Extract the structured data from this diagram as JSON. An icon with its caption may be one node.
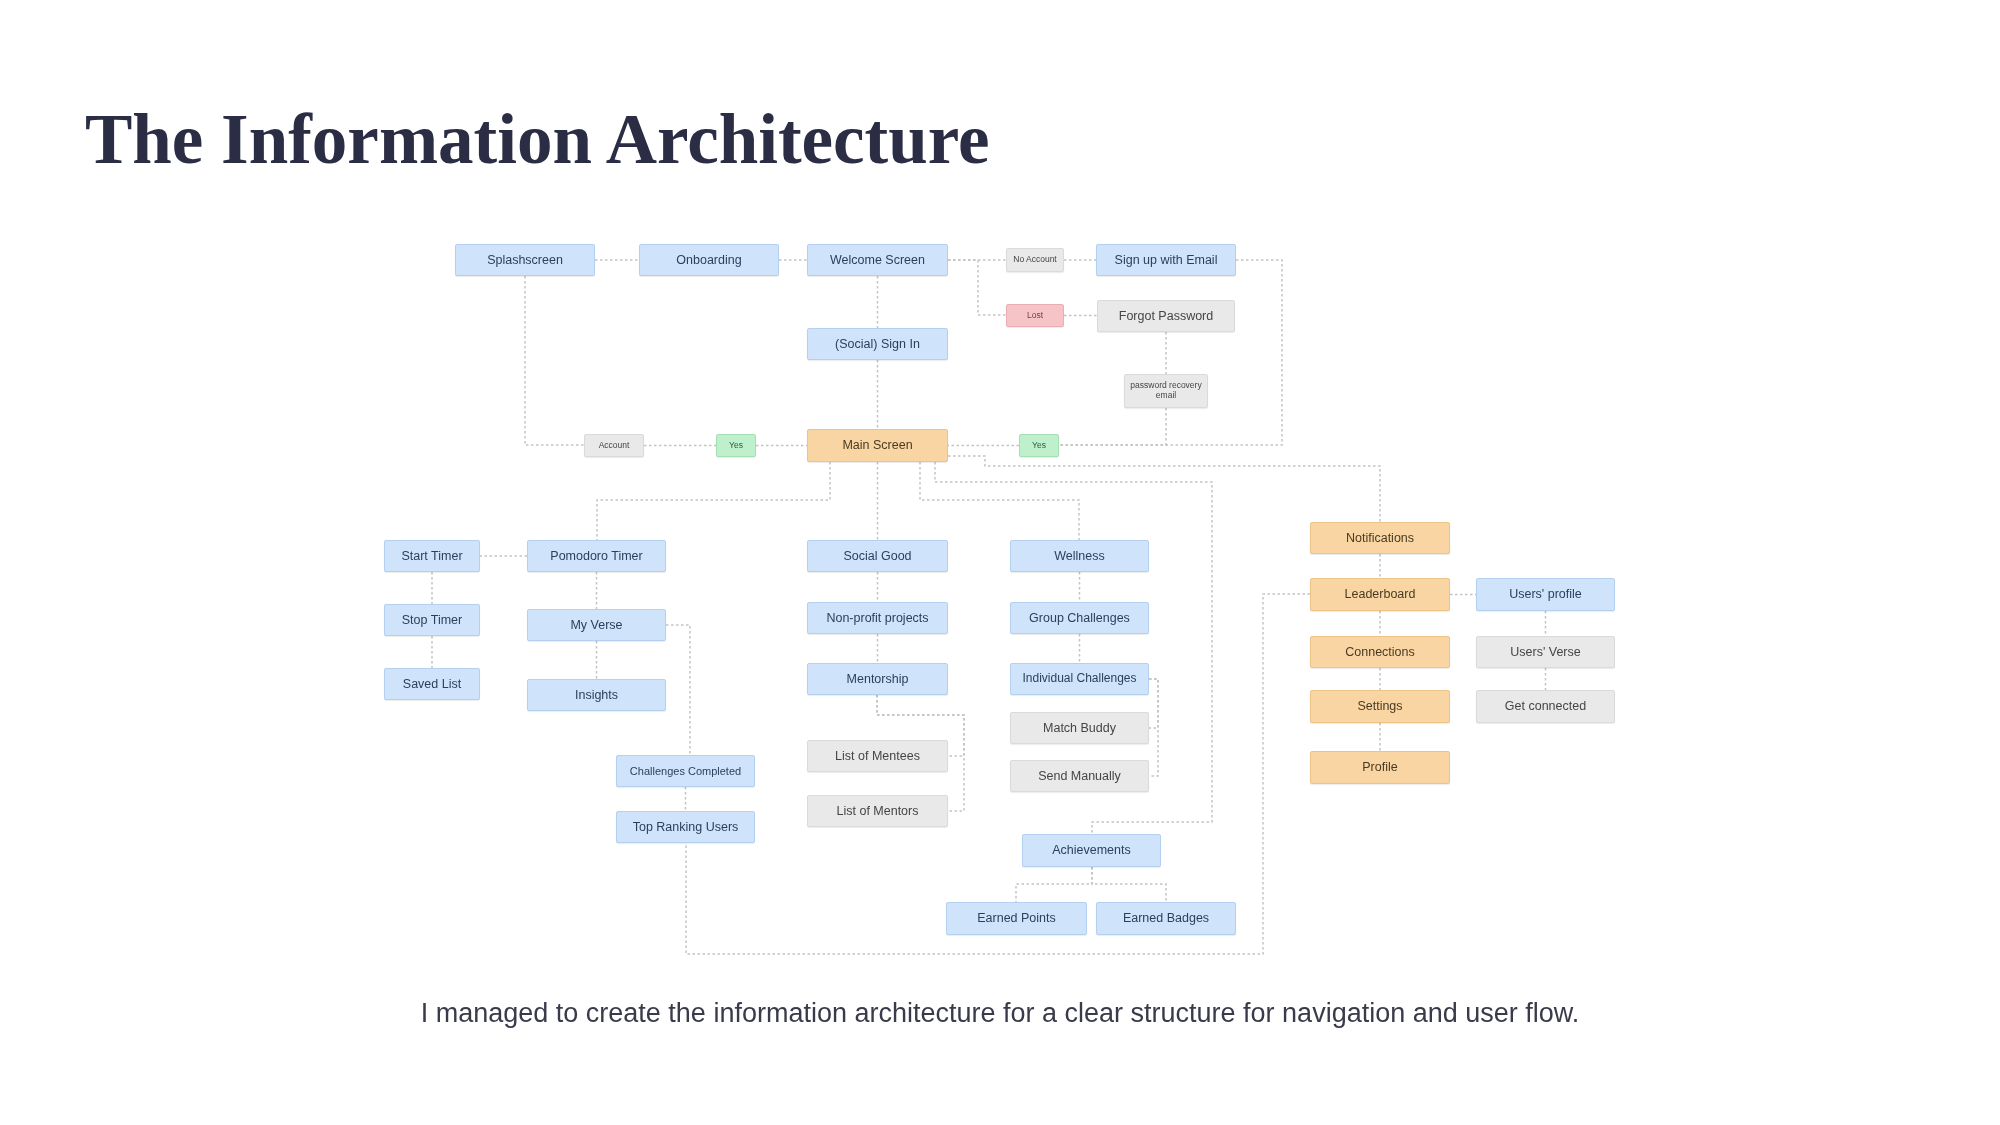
{
  "diagram": {
    "title": "The Information Architecture",
    "caption": "I managed to create the information architecture for a clear structure for navigation and user flow.",
    "nodes": [
      {
        "text": [
          "Splashscreen"
        ]
      },
      {
        "text": [
          "Onboarding"
        ]
      },
      {
        "text": [
          "Welcome Screen"
        ]
      },
      {
        "text": [
          "No Account"
        ]
      },
      {
        "text": [
          "Sign up with Email"
        ]
      },
      {
        "text": [
          "Lost"
        ]
      },
      {
        "text": [
          "Forgot Password"
        ]
      },
      {
        "text": [
          "(Social) Sign In"
        ]
      },
      {
        "text": [
          "password recovery email"
        ]
      },
      {
        "text": [
          "Account"
        ]
      },
      {
        "text": [
          "Yes"
        ]
      },
      {
        "text": [
          "Main Screen"
        ]
      },
      {
        "text": [
          "Yes"
        ]
      },
      {
        "text": [
          "Start Timer"
        ]
      },
      {
        "text": [
          "Pomodoro Timer"
        ]
      },
      {
        "text": [
          "Social Good"
        ]
      },
      {
        "text": [
          "Wellness"
        ]
      },
      {
        "text": [
          "Notifications"
        ]
      },
      {
        "text": [
          "Stop Timer"
        ]
      },
      {
        "text": [
          "My Verse"
        ]
      },
      {
        "text": [
          "Non-profit projects"
        ]
      },
      {
        "text": [
          "Group Challenges"
        ]
      },
      {
        "text": [
          "Leaderboard"
        ]
      },
      {
        "text": [
          "Users' profile"
        ]
      },
      {
        "text": [
          "Saved List"
        ]
      },
      {
        "text": [
          "Insights"
        ]
      },
      {
        "text": [
          "Mentorship"
        ]
      },
      {
        "text": [
          "Individual Challenges"
        ]
      },
      {
        "text": [
          "Connections"
        ]
      },
      {
        "text": [
          "Users' Verse"
        ]
      },
      {
        "text": [
          "Match Buddy"
        ]
      },
      {
        "text": [
          "Settings"
        ]
      },
      {
        "text": [
          "Get connected"
        ]
      },
      {
        "text": [
          "List of Mentees"
        ]
      },
      {
        "text": [
          "Challenges Completed"
        ]
      },
      {
        "text": [
          "Send Manually"
        ]
      },
      {
        "text": [
          "Profile"
        ]
      },
      {
        "text": [
          "List of Mentors"
        ]
      },
      {
        "text": [
          "Top Ranking Users"
        ]
      },
      {
        "text": [
          "Achievements"
        ]
      },
      {
        "text": [
          "Earned Points"
        ]
      },
      {
        "text": [
          "Earned Badges"
        ]
      }
    ],
    "edges": [
      {
        "from": 0,
        "to": 1,
        "arrow": "none"
      },
      {
        "from": 1,
        "to": 2,
        "arrow": "none"
      },
      {
        "from": 2,
        "to": 3,
        "arrow": "none"
      },
      {
        "from": 2,
        "to": 5,
        "arrow": "none"
      },
      {
        "from": 3,
        "to": 4,
        "arrow": "none"
      },
      {
        "from": 5,
        "to": 6,
        "arrow": "none"
      },
      {
        "from": 2,
        "to": 7,
        "arrow": "none"
      },
      {
        "from": 7,
        "to": 11,
        "arrow": "none"
      },
      {
        "from": 6,
        "to": 8,
        "arrow": "none"
      },
      {
        "from": 4,
        "to": 12,
        "arrow": "none"
      },
      {
        "from": 8,
        "to": 12,
        "arrow": "none"
      },
      {
        "from": 12,
        "to": 11,
        "arrow": "none"
      },
      {
        "from": 0,
        "to": 9,
        "arrow": "none"
      },
      {
        "from": 9,
        "to": 10,
        "arrow": "none"
      },
      {
        "from": 10,
        "to": 11,
        "arrow": "none"
      },
      {
        "from": 11,
        "to": 15,
        "arrow": "none"
      },
      {
        "from": 11,
        "to": 14,
        "arrow": "none"
      },
      {
        "from": 11,
        "to": 16,
        "arrow": "none"
      },
      {
        "from": 11,
        "to": 39,
        "arrow": "none"
      },
      {
        "from": 11,
        "to": 17,
        "arrow": "none"
      },
      {
        "from": 14,
        "to": 13,
        "arrow": "none"
      },
      {
        "from": 13,
        "to": 18,
        "arrow": "none"
      },
      {
        "from": 18,
        "to": 24,
        "arrow": "none"
      },
      {
        "from": 14,
        "to": 19,
        "arrow": "none"
      },
      {
        "from": 19,
        "to": 25,
        "arrow": "none"
      },
      {
        "from": 19,
        "to": 34,
        "arrow": "none"
      },
      {
        "from": 34,
        "to": 38,
        "arrow": "none"
      },
      {
        "from": 22,
        "to": 38,
        "arrow": "none"
      },
      {
        "from": 15,
        "to": 20,
        "arrow": "none"
      },
      {
        "from": 20,
        "to": 26,
        "arrow": "none"
      },
      {
        "from": 26,
        "to": 33,
        "arrow": "none"
      },
      {
        "from": 26,
        "to": 37,
        "arrow": "none"
      },
      {
        "from": 16,
        "to": 21,
        "arrow": "none"
      },
      {
        "from": 21,
        "to": 27,
        "arrow": "none"
      },
      {
        "from": 27,
        "to": 30,
        "arrow": "none"
      },
      {
        "from": 27,
        "to": 35,
        "arrow": "none"
      },
      {
        "from": 39,
        "to": 40,
        "arrow": "none"
      },
      {
        "from": 39,
        "to": 41,
        "arrow": "none"
      },
      {
        "from": 17,
        "to": 22,
        "arrow": "none"
      },
      {
        "from": 22,
        "to": 28,
        "arrow": "none"
      },
      {
        "from": 28,
        "to": 31,
        "arrow": "none"
      },
      {
        "from": 31,
        "to": 36,
        "arrow": "none"
      },
      {
        "from": 22,
        "to": 23,
        "arrow": "none"
      },
      {
        "from": 23,
        "to": 29,
        "arrow": "none"
      },
      {
        "from": 29,
        "to": 32,
        "arrow": "none"
      }
    ]
  }
}
